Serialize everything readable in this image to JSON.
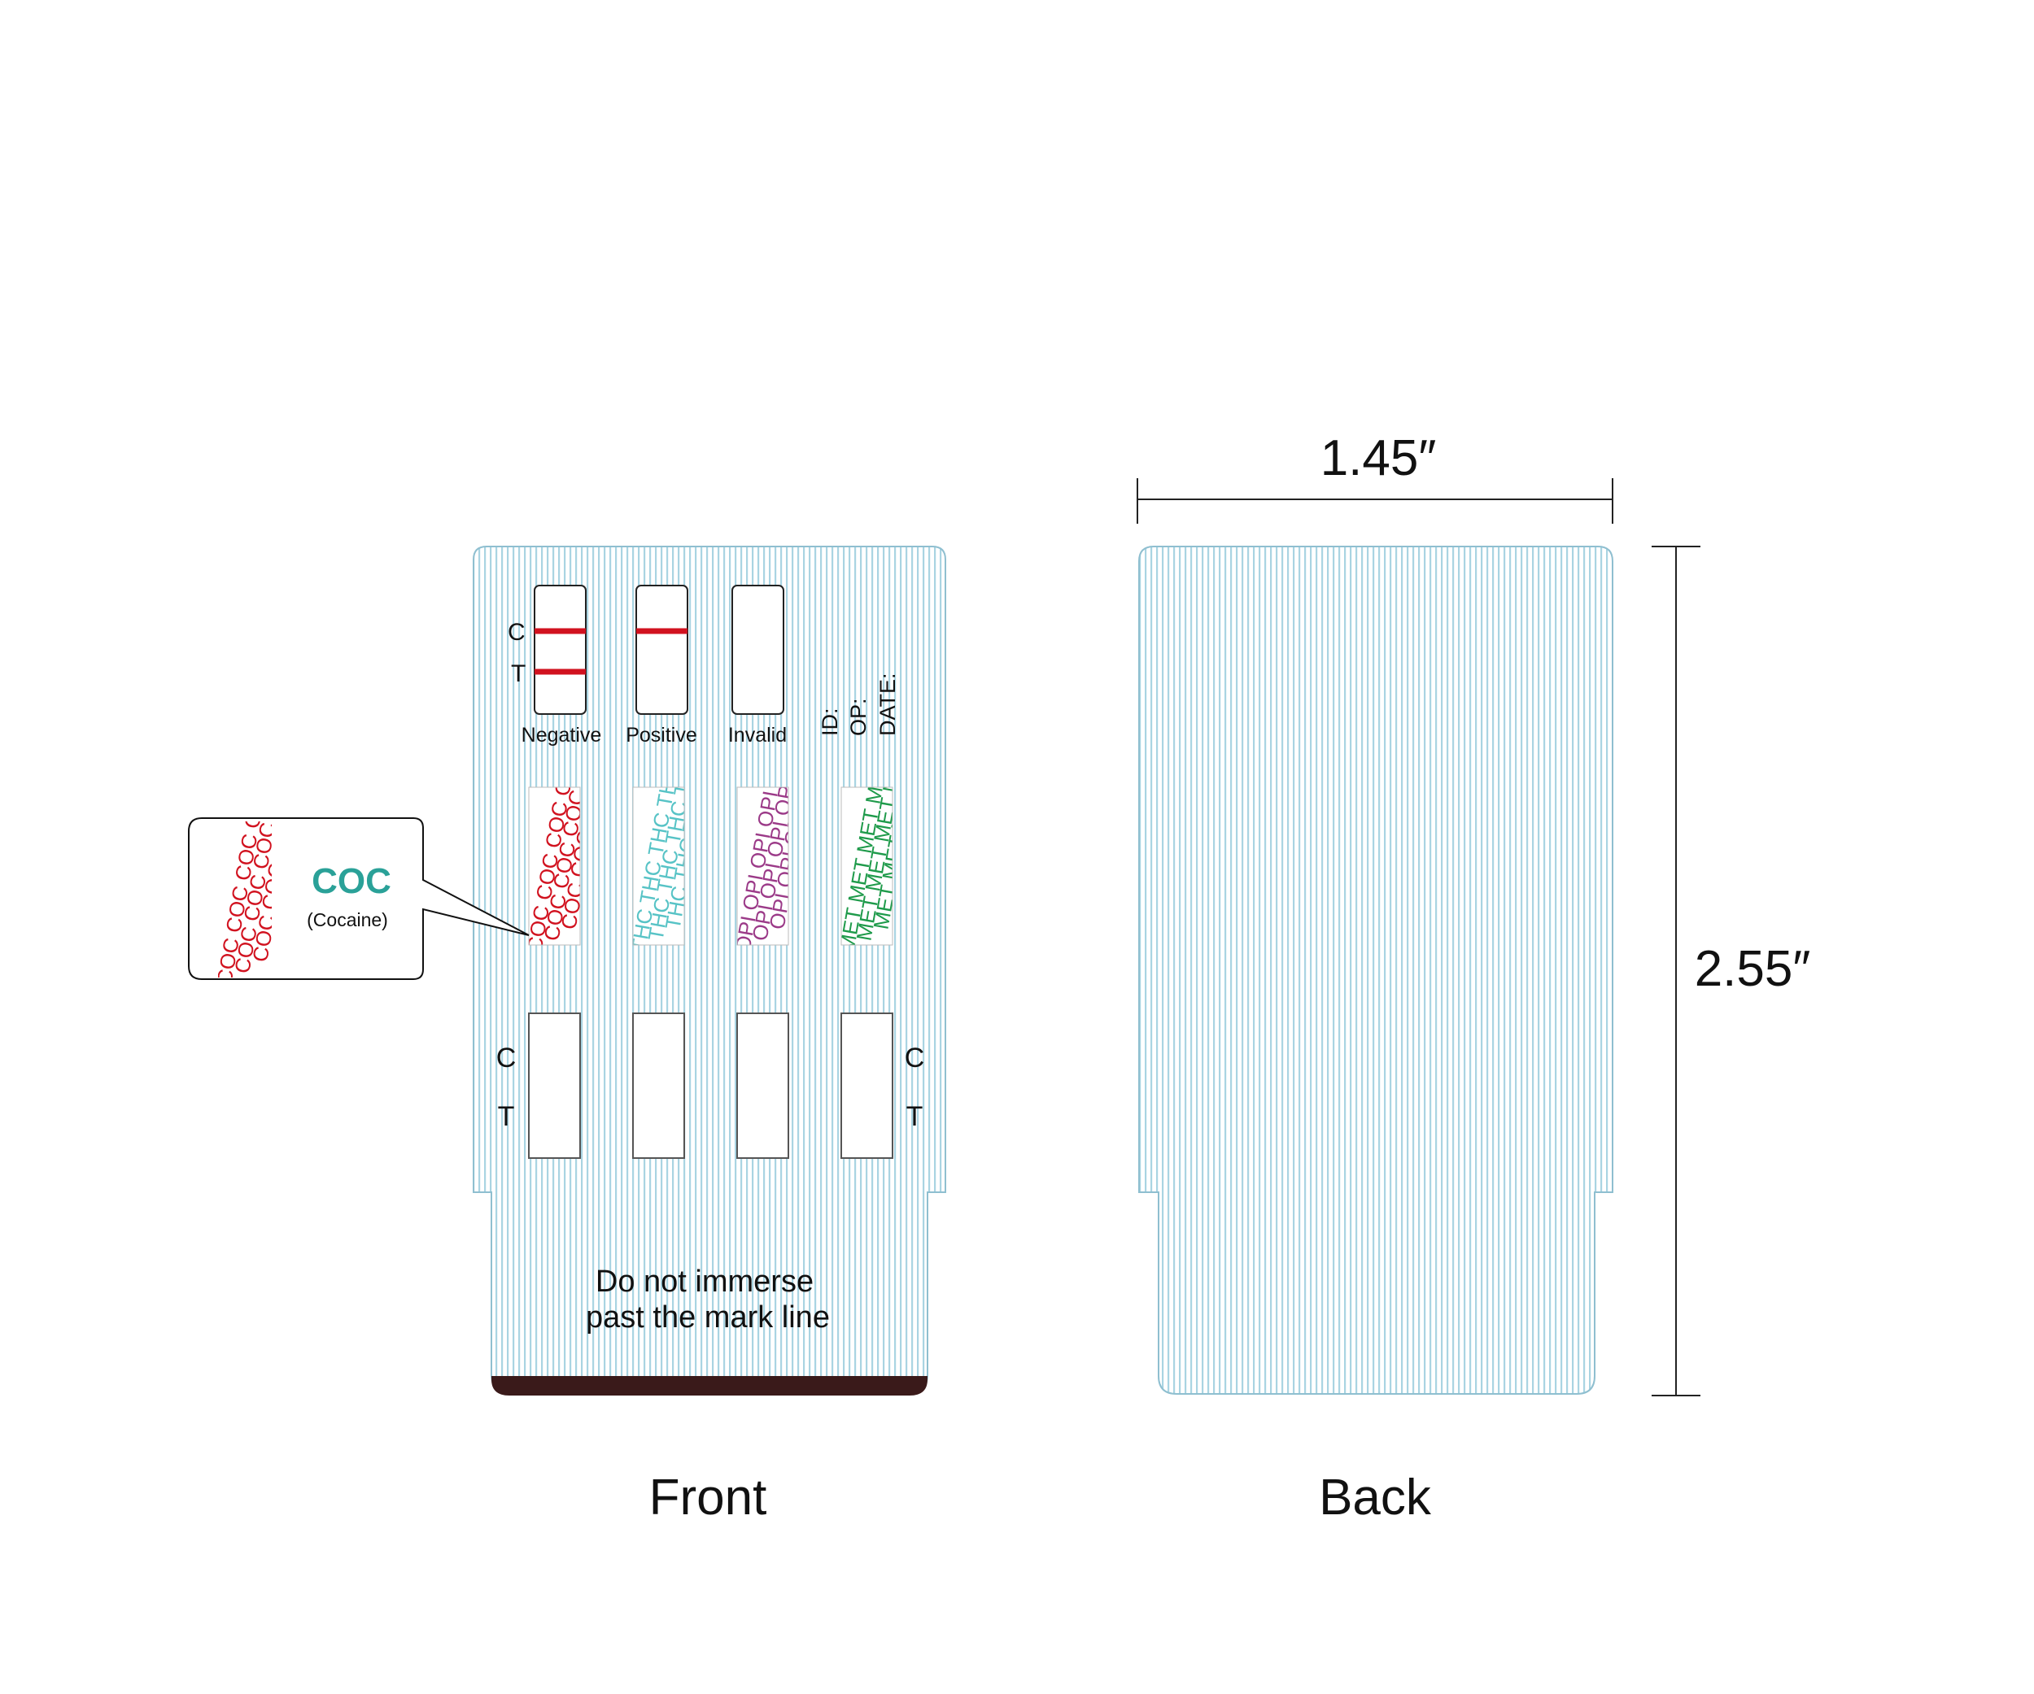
{
  "front": {
    "caption": "Front",
    "result_key": {
      "c_label": "C",
      "t_label": "T",
      "negative": "Negative",
      "positive": "Positive",
      "invalid": "Invalid"
    },
    "record_fields": [
      "ID:",
      "OP:",
      "DATE:"
    ],
    "strips": [
      {
        "code": "COC",
        "color": "#d1121f"
      },
      {
        "code": "THC",
        "color": "#57c3c6"
      },
      {
        "code": "OPI",
        "color": "#9b3a88"
      },
      {
        "code": "MET",
        "color": "#1e9a4a"
      }
    ],
    "window_labels": {
      "left_c": "C",
      "left_t": "T",
      "right_c": "C",
      "right_t": "T"
    },
    "warning_line1": "Do not immerse",
    "warning_line2": "past the mark line"
  },
  "callout": {
    "code": "COC",
    "name": "(Cocaine)",
    "accent_color": "#2aa198"
  },
  "back": {
    "caption": "Back",
    "width_label": "1.45″",
    "height_label": "2.55″"
  },
  "colors": {
    "card_stripe": "#a9d4e2",
    "line_red": "#d1121f",
    "dark_band": "#3a1a1a"
  }
}
